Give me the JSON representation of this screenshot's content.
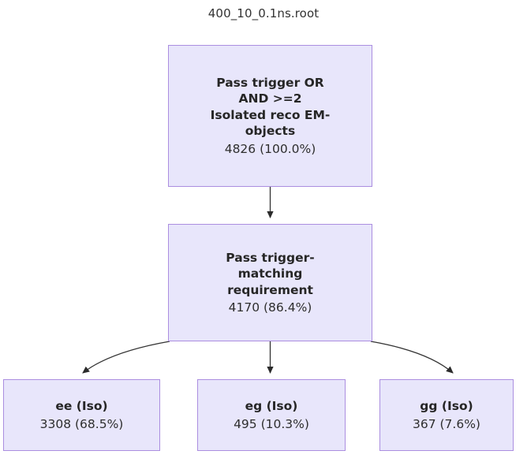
{
  "diagram": {
    "title": "400_10_0.1ns.root",
    "type": "flowchart",
    "colors": {
      "node_fill": "#e8e6fb",
      "node_border": "#ab8ee0",
      "edge": "#333333",
      "text": "#262626",
      "background": "#ffffff"
    },
    "nodes": [
      {
        "id": "root",
        "label": "Pass trigger OR\nAND >=2\nIsolated reco EM-\nobjects",
        "count": "4826 (100.0%)",
        "value": 4826,
        "percent": 100.0
      },
      {
        "id": "match",
        "label": "Pass trigger-\nmatching\nrequirement",
        "count": "4170 (86.4%)",
        "value": 4170,
        "percent": 86.4
      },
      {
        "id": "ee",
        "label": "ee (Iso)",
        "count": "3308 (68.5%)",
        "value": 3308,
        "percent": 68.5
      },
      {
        "id": "eg",
        "label": "eg (Iso)",
        "count": "495 (10.3%)",
        "value": 495,
        "percent": 10.3
      },
      {
        "id": "gg",
        "label": "gg (Iso)",
        "count": "367 (7.6%)",
        "value": 367,
        "percent": 7.6
      }
    ],
    "edges": [
      {
        "from": "root",
        "to": "match",
        "style": "straight-arrow"
      },
      {
        "from": "match",
        "to": "ee",
        "style": "curved-arrow-left"
      },
      {
        "from": "match",
        "to": "eg",
        "style": "straight-arrow"
      },
      {
        "from": "match",
        "to": "gg",
        "style": "curved-arrow-right"
      }
    ]
  }
}
